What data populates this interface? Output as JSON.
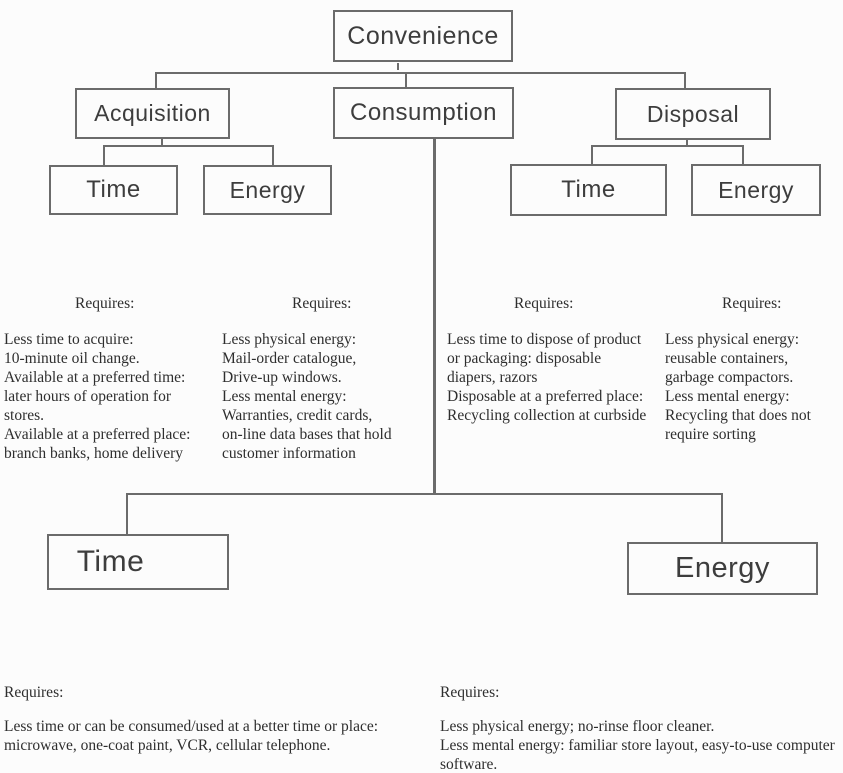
{
  "nodes": {
    "root": "Convenience",
    "acquisition": "Acquisition",
    "consumption": "Consumption",
    "disposal": "Disposal",
    "acquisition_time": "Time",
    "acquisition_energy": "Energy",
    "disposal_time": "Time",
    "disposal_energy": "Energy",
    "consumption_time": "Time",
    "consumption_energy": "Energy"
  },
  "requirements": {
    "acquisition_time": {
      "heading": "Requires:",
      "lines": [
        "Less time to acquire:",
        "10-minute oil change.",
        "Available at a preferred time:",
        "later hours of operation for",
        "stores.",
        "Available at a preferred place:",
        "branch banks, home delivery"
      ]
    },
    "acquisition_energy": {
      "heading": "Requires:",
      "lines": [
        "Less physical energy:",
        "Mail-order catalogue,",
        "Drive-up windows.",
        "Less mental energy:",
        "Warranties, credit cards,",
        "on-line data bases that hold",
        "customer information"
      ]
    },
    "disposal_time": {
      "heading": "Requires:",
      "lines": [
        "Less time to dispose of product",
        "or packaging: disposable",
        "diapers, razors",
        "Disposable at a preferred place:",
        "Recycling collection at curbside"
      ]
    },
    "disposal_energy": {
      "heading": "Requires:",
      "lines": [
        "Less physical energy:",
        "reusable containers,",
        "garbage compactors.",
        "Less mental energy:",
        "Recycling that does not",
        "require sorting"
      ]
    },
    "consumption_time": {
      "heading": "Requires:",
      "lines": [
        "Less time or can be consumed/used at a better time or place:",
        "microwave, one-coat paint, VCR, cellular telephone."
      ]
    },
    "consumption_energy": {
      "heading": "Requires:",
      "lines": [
        "Less physical energy; no-rinse floor cleaner.",
        "Less mental energy: familiar store layout, easy-to-use computer",
        "software."
      ]
    }
  },
  "colors": {
    "background": "#fcfcfc",
    "line": "#6b6b6b",
    "box_border": "#6b6b6b",
    "node_text": "#3d3d3d",
    "body_text": "#2e2e2e"
  }
}
